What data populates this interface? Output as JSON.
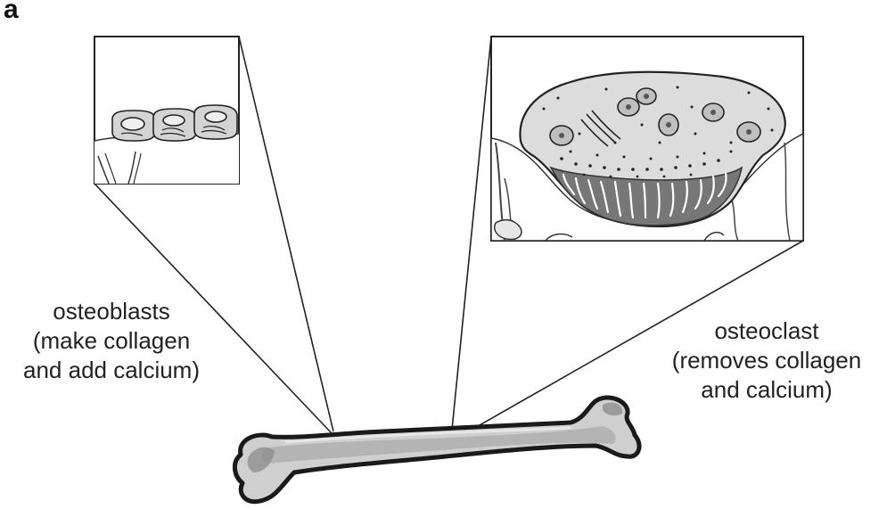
{
  "panel_label": "a",
  "labels": {
    "osteoblasts": [
      "osteoblasts",
      "(make collagen",
      "and add calcium)"
    ],
    "osteoclast": [
      "osteoclast",
      "(removes collagen",
      "and calcium)"
    ]
  },
  "colors": {
    "outline": "#222222",
    "bone_light": "#cfcfcf",
    "bone_dark": "#9a9a9a",
    "cell_fill": "#e0e0e0",
    "ruffled_border": "#777777"
  },
  "icons": [
    "femur-bone",
    "osteoblast-cells",
    "osteoclast-cell"
  ]
}
